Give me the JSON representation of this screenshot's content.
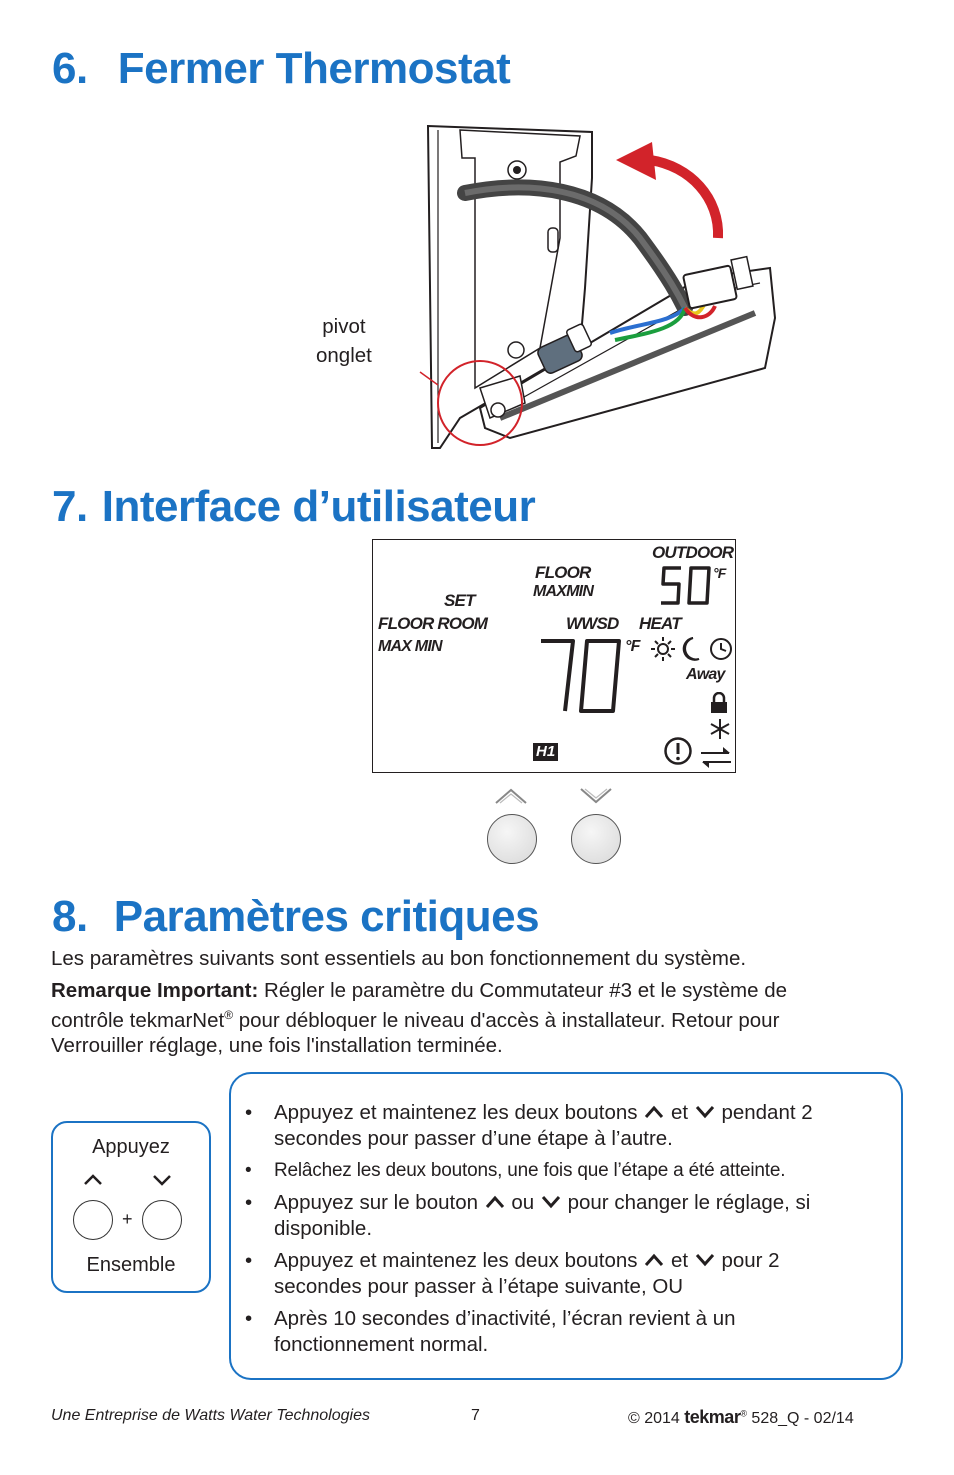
{
  "section6": {
    "number": "6.",
    "title": "Fermer Thermostat",
    "callout_line1": "pivot",
    "callout_line2": "onglet"
  },
  "section7": {
    "number": "7.",
    "title": "Interface d’utilisateur",
    "lcd": {
      "outdoor": "OUTDOOR",
      "outdoor_value": "50",
      "outdoor_unit": "°F",
      "floor": "FLOOR",
      "maxmin_top": "MAXMIN",
      "set": "SET",
      "floor_room": "FLOOR ROOM",
      "max_min": "MAX MIN",
      "wwsd": "WWSD",
      "heat": "HEAT",
      "main_value": "70",
      "main_unit": "°F",
      "away": "Away",
      "h1": "H1"
    }
  },
  "section8": {
    "number": "8.",
    "title": "Paramètres critiques",
    "intro": "Les paramètres suivants sont essentiels au bon fonctionnement du système.",
    "note_label": "Remarque Important:",
    "note_text_line1": " Régler le paramètre du Commutateur #3 et le système de",
    "note_text_line2a": "contrôle tekmarNet",
    "note_sup": "®",
    "note_text_line2b": " pour débloquer le niveau d'accès à installateur.  Retour pour",
    "note_text_line3": "Verrouiller réglage, une fois l'installation terminée.",
    "press_box": {
      "top_label": "Appuyez",
      "plus": "+",
      "bottom_label": "Ensemble"
    },
    "bullets": [
      {
        "a": "Appuyez et maintenez les deux boutons ",
        "b": " et ",
        "c": " pendant 2",
        "d": "secondes pour passer d’une étape à l’autre."
      },
      {
        "text": "Relâchez les deux boutons, une fois que l’étape a été atteinte."
      },
      {
        "a": "Appuyez sur le bouton ",
        "b": " ou ",
        "c": " pour changer le réglage, si",
        "d": "disponible."
      },
      {
        "a": "Appuyez et maintenez les deux boutons ",
        "b": " et ",
        "c": " pour 2",
        "d": "secondes pour passer à l’étape suivante, OU"
      },
      {
        "text1": "Après 10 secondes d’inactivité, l’écran revient à un",
        "text2": "fonctionnement normal."
      }
    ],
    "bullet_char": "•"
  },
  "footer": {
    "left": "Une Entreprise de Watts Water Technologies",
    "page": "7",
    "copyright": "© 2014",
    "brand": "tekmar",
    "brand_reg": "®",
    "doc": "528_Q - 02/14"
  },
  "colors": {
    "heading_blue": "#1b73c4",
    "arrow_red": "#d2232a",
    "text": "#231f20"
  }
}
